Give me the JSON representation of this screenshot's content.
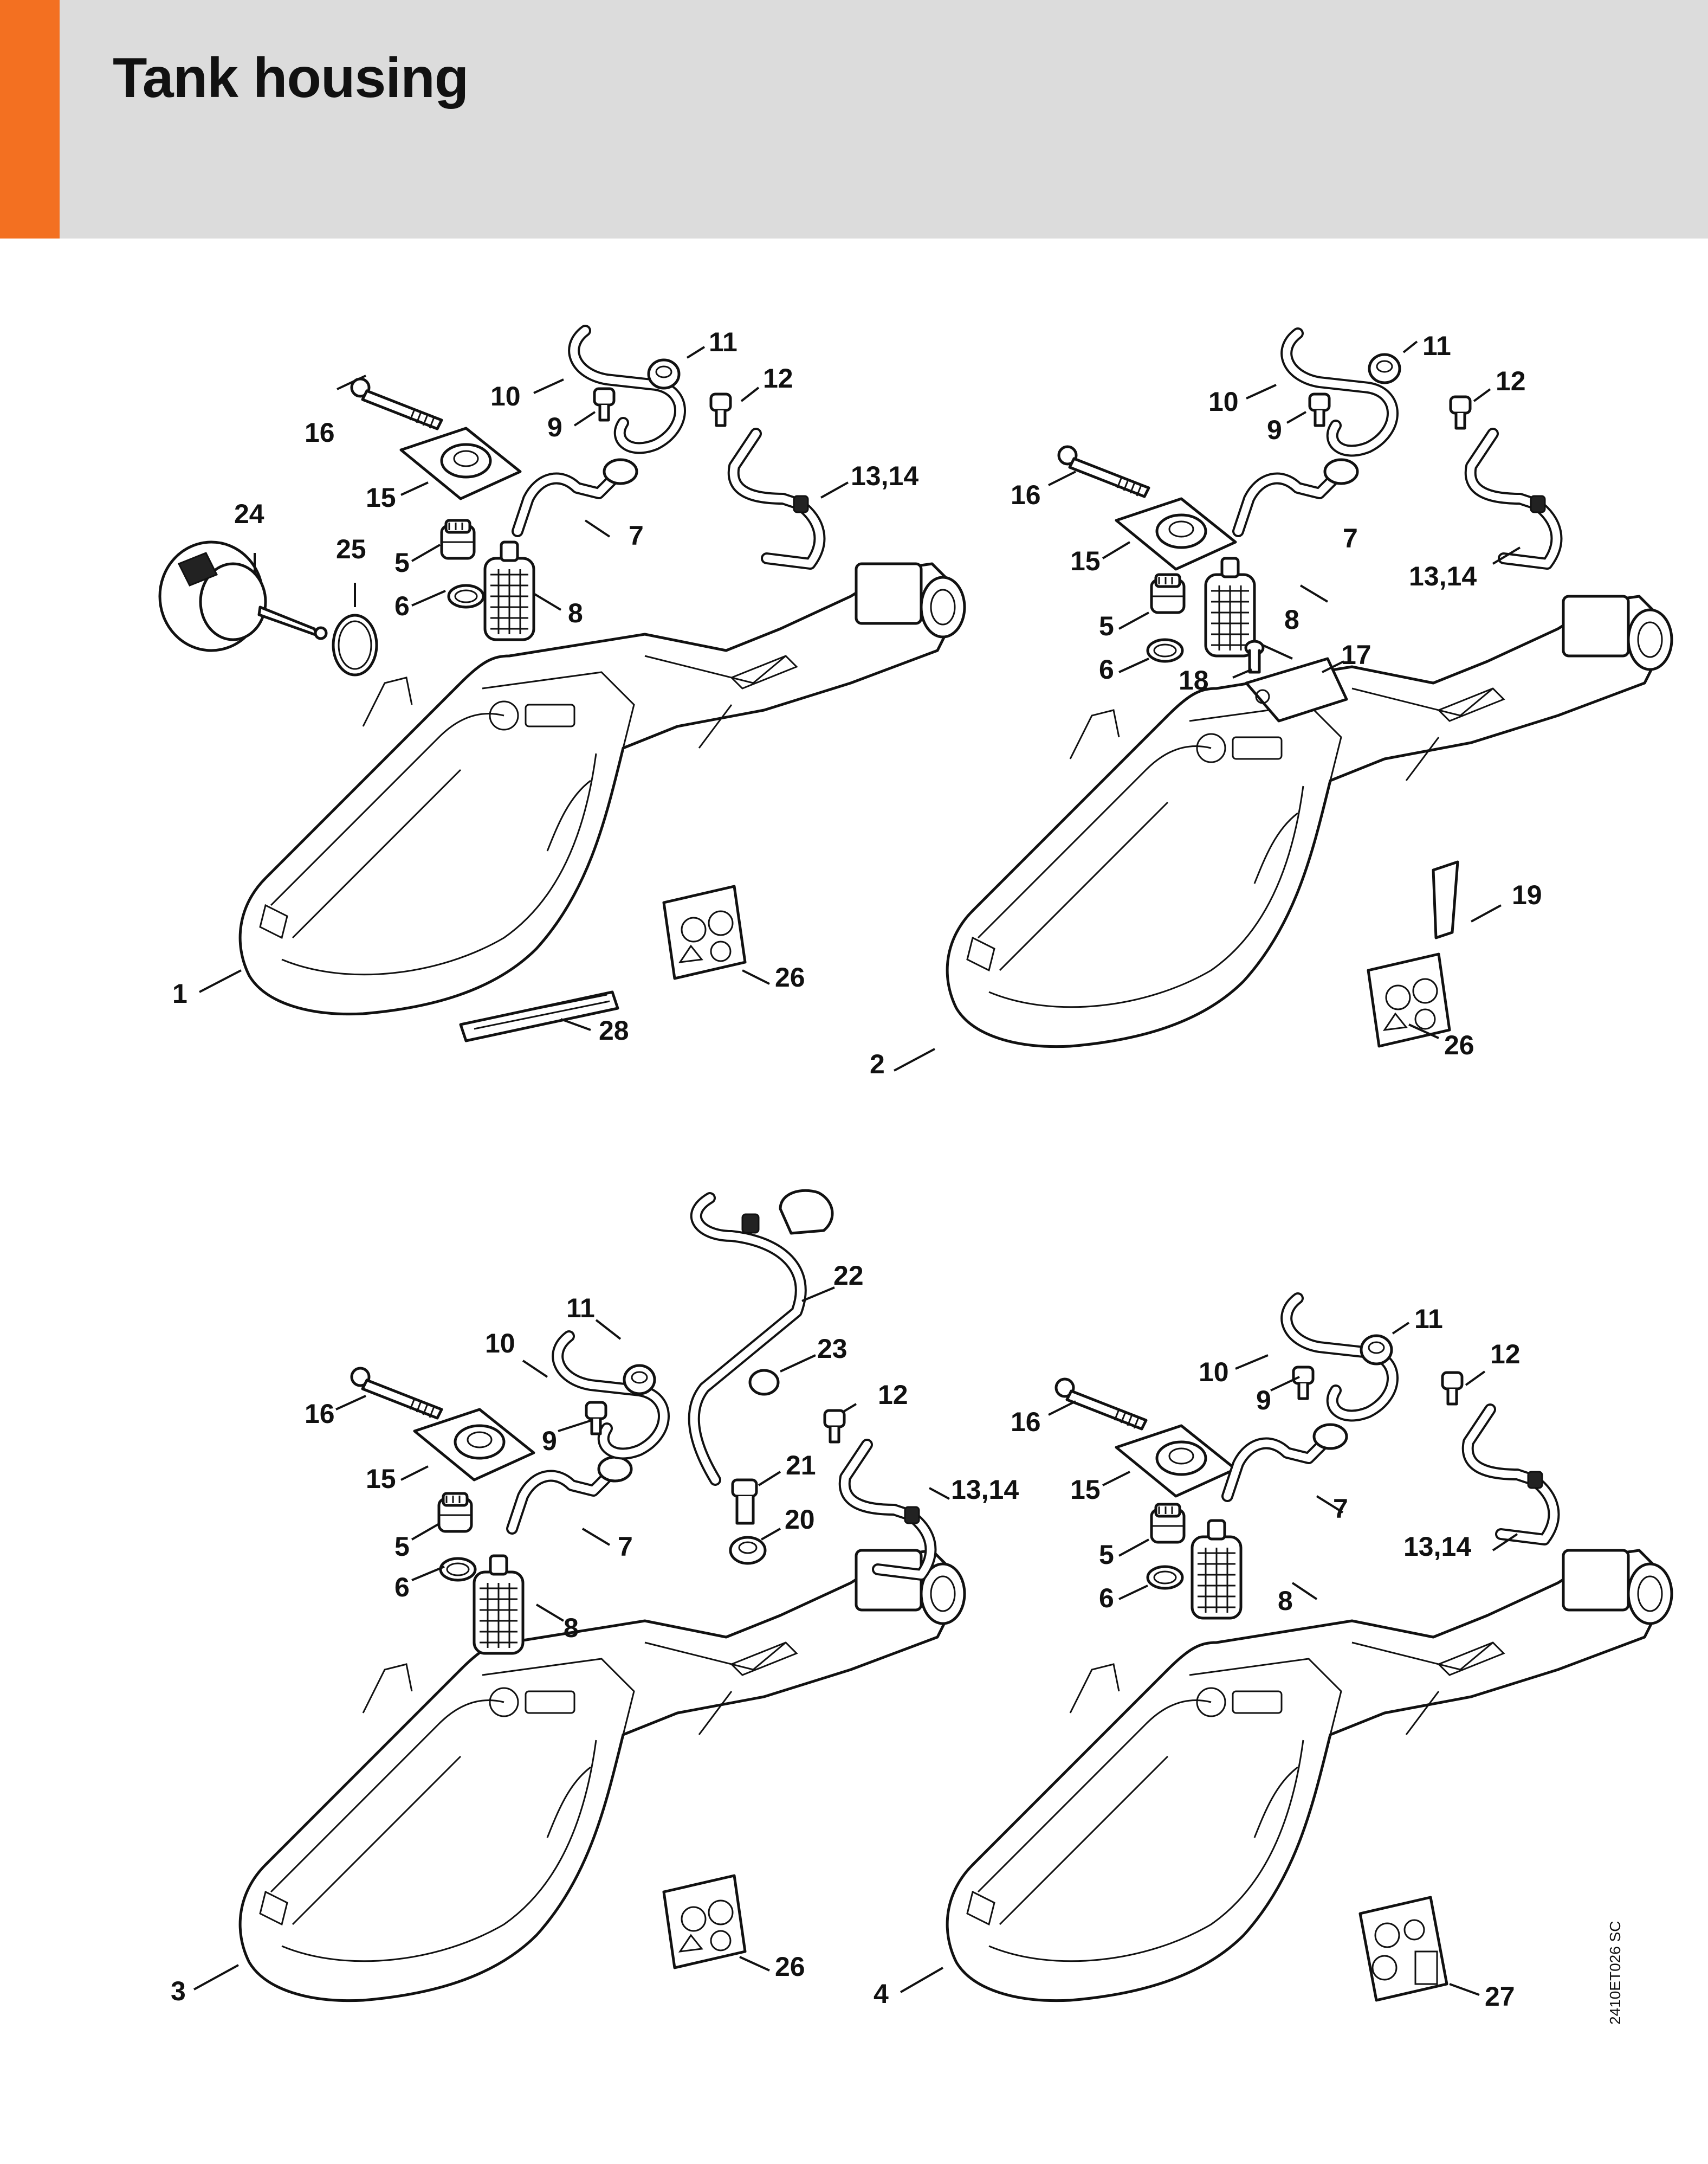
{
  "page": {
    "title": "Tank housing",
    "drawing_code": "2410ET026 SC"
  },
  "colors": {
    "accent": "#f37021",
    "header_bg": "#dcdcdc",
    "line": "#111111"
  },
  "views": [
    {
      "id": "view-1",
      "labels": [
        "1",
        "5",
        "6",
        "7",
        "8",
        "9",
        "10",
        "11",
        "12",
        "13,14",
        "15",
        "16",
        "24",
        "25",
        "26",
        "28"
      ]
    },
    {
      "id": "view-2",
      "labels": [
        "2",
        "5",
        "6",
        "7",
        "8",
        "9",
        "10",
        "11",
        "12",
        "13,14",
        "15",
        "16",
        "17",
        "18",
        "19",
        "26"
      ]
    },
    {
      "id": "view-3",
      "labels": [
        "3",
        "5",
        "6",
        "7",
        "8",
        "9",
        "10",
        "11",
        "12",
        "13,14",
        "15",
        "16",
        "20",
        "21",
        "22",
        "23",
        "26"
      ]
    },
    {
      "id": "view-4",
      "labels": [
        "4",
        "5",
        "6",
        "7",
        "8",
        "9",
        "10",
        "11",
        "12",
        "13,14",
        "15",
        "16",
        "27"
      ]
    }
  ]
}
